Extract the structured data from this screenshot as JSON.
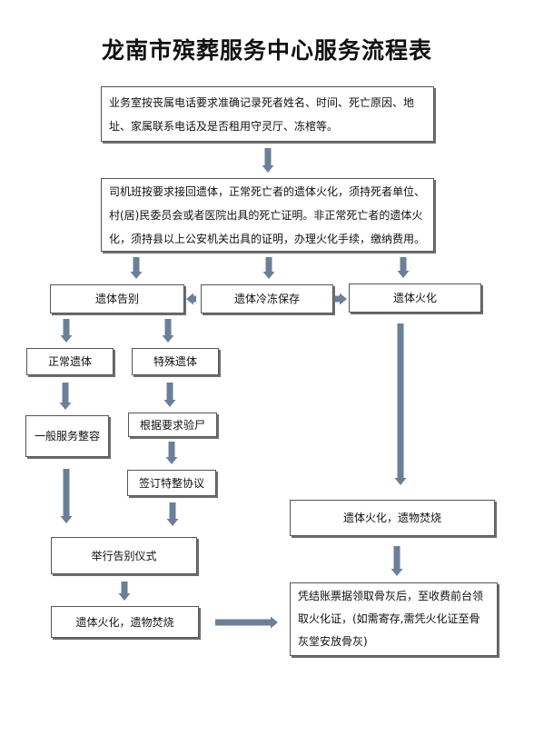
{
  "title": "龙南市殡葬服务中心服务流程表",
  "steps": {
    "intake": "业务室按丧属电话要求准确记录死者姓名、时间、死亡原因、地址、家属联系电话及是否租用守灵厅、冻棺等。",
    "pickup": "司机班按要求接回遗体，正常死亡者的遗体火化，须持死者单位、村(居)民委员会或者医院出具的死亡证明。非正常死亡者的遗体火化，须持县以上公安机关出具的证明，办理火化手续，缴纳费用。",
    "farewell": "遗体告别",
    "cold_storage": "遗体冷冻保存",
    "cremation": "遗体火化",
    "normal_body": "正常遗体",
    "special_body": "特殊遗体",
    "general_service": "一般服务整容",
    "inspect_body": "根据要求验尸",
    "sign_agreement": "签订特整协议",
    "cremation_burn_right": "遗体火化，遗物焚烧",
    "ceremony": "举行告别仪式",
    "cremation_burn_left": "遗体火化，遗物焚烧",
    "collect_ashes": "凭结账票据领取骨灰后，至收费前台领取火化证，(如需寄存,需凭火化证至骨灰堂安放骨灰)"
  },
  "colors": {
    "arrow": "#6b7f99",
    "border": "#555555",
    "shadow": "#6e6e6e"
  }
}
